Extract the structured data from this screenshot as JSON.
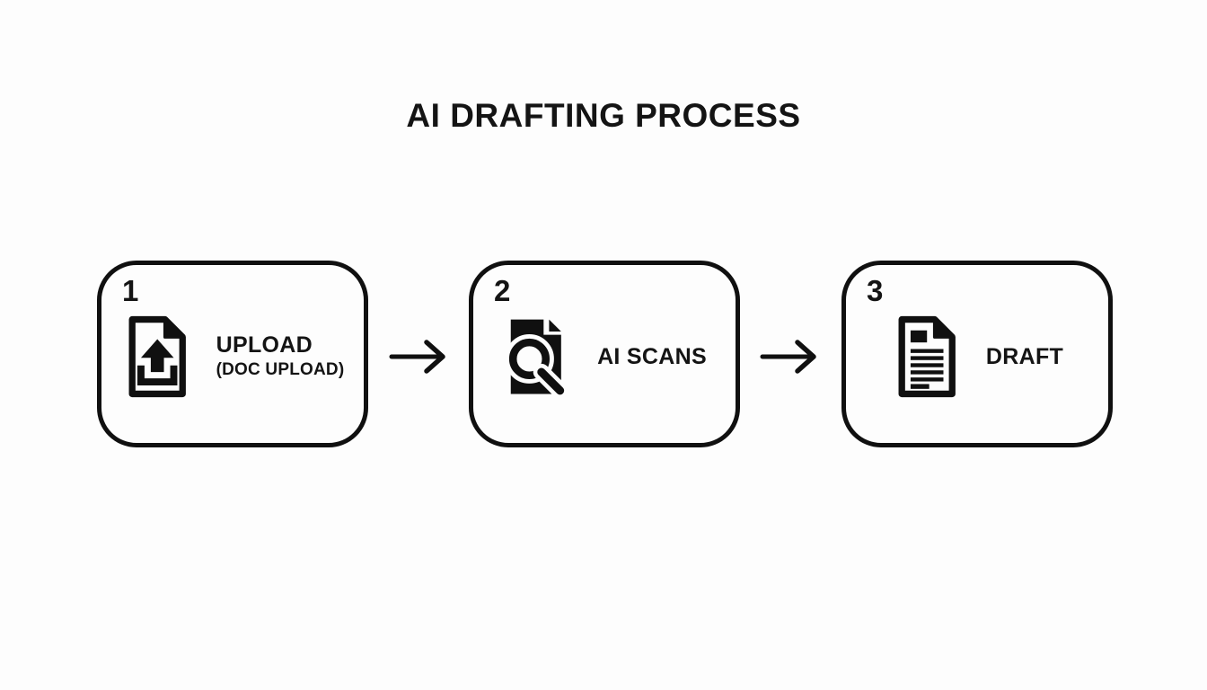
{
  "title": "AI DRAFTING PROCESS",
  "steps": [
    {
      "number": "1",
      "label": "UPLOAD",
      "sublabel": "(DOC UPLOAD)",
      "icon": "document-upload-icon"
    },
    {
      "number": "2",
      "label": "AI SCANS",
      "sublabel": "",
      "icon": "document-search-icon"
    },
    {
      "number": "3",
      "label": "DRAFT",
      "sublabel": "",
      "icon": "document-lines-icon"
    }
  ],
  "connectors": [
    {
      "icon": "right-arrow-icon"
    },
    {
      "icon": "right-arrow-icon"
    }
  ],
  "colors": {
    "foreground": "#141414",
    "border": "#101010",
    "background": "#fdfdfd"
  }
}
